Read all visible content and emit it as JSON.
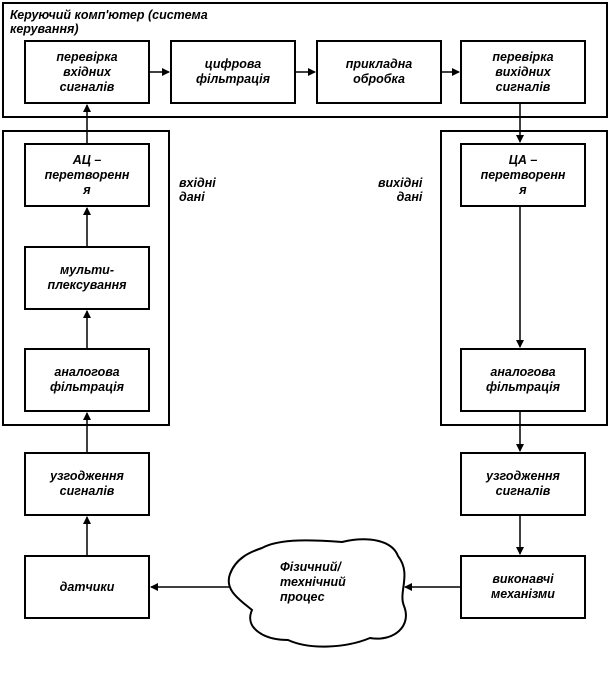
{
  "top_frame": {
    "title": "Керуючий комп'ютер (система\nкерування)",
    "boxes": {
      "input_check": "перевірка\nвхідних\nсигналів",
      "digital_filter": "цифрова\nфільтрація",
      "applied_proc": "прикладна\nобробка",
      "output_check": "перевірка\nвихідних\nсигналів"
    }
  },
  "left_frame": {
    "label": "вхідні\nдані",
    "boxes": {
      "adc": "АЦ –\nперетворенн\nя",
      "mux": "мульти-\nплексування",
      "analog_filter": "аналогова\nфільтрація"
    }
  },
  "right_frame": {
    "label": "вихідні\nдані",
    "boxes": {
      "dac": "ЦА –\nперетворенн\nя",
      "analog_filter": "аналогова\nфільтрація"
    }
  },
  "bottom": {
    "left_match": "узгодження\nсигналів",
    "right_match": "узгодження\nсигналів",
    "sensors": "датчики",
    "actuators": "виконавчі\nмеханізми",
    "process": "Фізичний/\nтехнічний\nпроцес"
  }
}
